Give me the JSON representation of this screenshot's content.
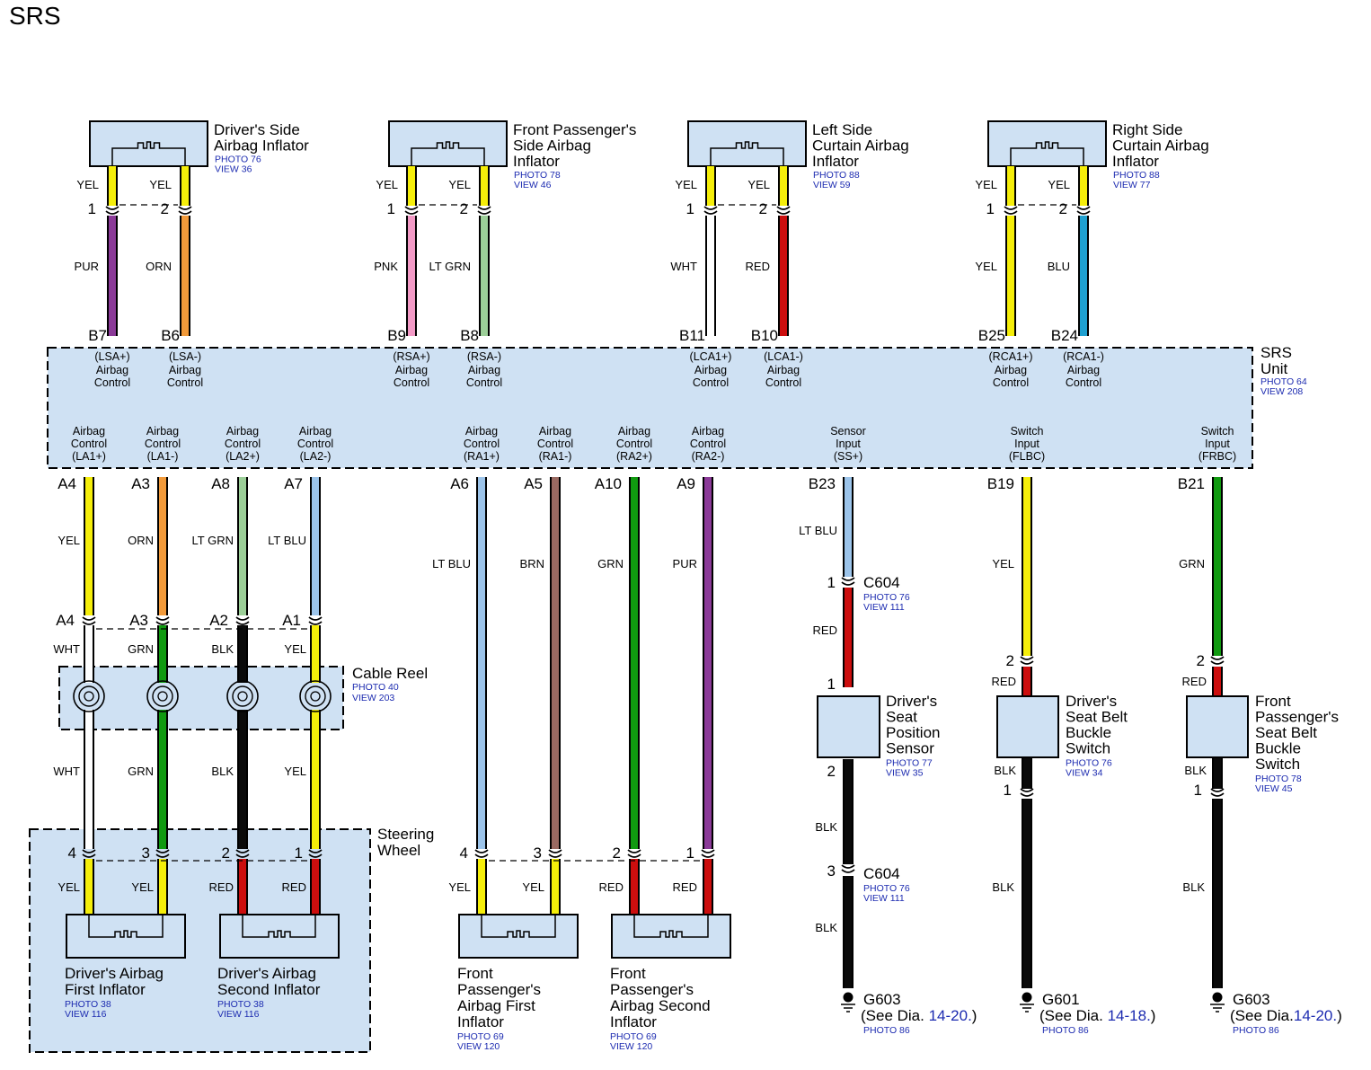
{
  "title": "SRS",
  "srs_unit": {
    "name": [
      "SRS",
      "Unit"
    ],
    "photo": "PHOTO 64",
    "view": "VIEW 208"
  },
  "components": [
    {
      "id": "dsai",
      "name": [
        "Driver's Side",
        "Airbag Inflator"
      ],
      "photo": "PHOTO 76",
      "view": "VIEW 36"
    },
    {
      "id": "fpsai",
      "name": [
        "Front Passenger's",
        "Side Airbag",
        "Inflator"
      ],
      "photo": "PHOTO 78",
      "view": "VIEW 46"
    },
    {
      "id": "lsca",
      "name": [
        "Left Side",
        "Curtain Airbag",
        "Inflator"
      ],
      "photo": "PHOTO 88",
      "view": "VIEW 59"
    },
    {
      "id": "rsca",
      "name": [
        "Right Side",
        "Curtain Airbag",
        "Inflator"
      ],
      "photo": "PHOTO 88",
      "view": "VIEW 77"
    },
    {
      "id": "cable_reel",
      "name": [
        "Cable Reel"
      ],
      "photo": "PHOTO 40",
      "view": "VIEW 203"
    },
    {
      "id": "steering_wheel",
      "name": [
        "Steering",
        "Wheel"
      ]
    },
    {
      "id": "dafi",
      "name": [
        "Driver's Airbag",
        "First Inflator"
      ],
      "photo": "PHOTO 38",
      "view": "VIEW 116"
    },
    {
      "id": "dasi",
      "name": [
        "Driver's Airbag",
        "Second Inflator"
      ],
      "photo": "PHOTO 38",
      "view": "VIEW 116"
    },
    {
      "id": "fpafi",
      "name": [
        "Front",
        "Passenger's",
        "Airbag First",
        "Inflator"
      ],
      "photo": "PHOTO 69",
      "view": "VIEW 120"
    },
    {
      "id": "fpasi",
      "name": [
        "Front",
        "Passenger's",
        "Airbag Second",
        "Inflator"
      ],
      "photo": "PHOTO 69",
      "view": "VIEW 120"
    },
    {
      "id": "dsps",
      "name": [
        "Driver's",
        "Seat",
        "Position",
        "Sensor"
      ],
      "photo": "PHOTO 77",
      "view": "VIEW 35"
    },
    {
      "id": "dsbbs",
      "name": [
        "Driver's",
        "Seat Belt",
        "Buckle",
        "Switch"
      ],
      "photo": "PHOTO 76",
      "view": "VIEW 34"
    },
    {
      "id": "fpsbbs",
      "name": [
        "Front",
        "Passenger's",
        "Seat Belt",
        "Buckle",
        "Switch"
      ],
      "photo": "PHOTO 78",
      "view": "VIEW 45"
    }
  ],
  "connectors": [
    {
      "id": "c604a",
      "name": "C604",
      "photo": "PHOTO 76",
      "view": "VIEW 111"
    },
    {
      "id": "c604b",
      "name": "C604",
      "photo": "PHOTO 76",
      "view": "VIEW 111"
    }
  ],
  "grounds": [
    {
      "name": "G603",
      "ref_prefix": "(See Dia. ",
      "ref_page": "14-20.",
      "ref_suffix": ")",
      "photo": "PHOTO 86"
    },
    {
      "name": "G601",
      "ref_prefix": "(See  Dia. ",
      "ref_page": "14-18.",
      "ref_suffix": ")",
      "photo": "PHOTO 86"
    },
    {
      "name": "G603",
      "ref_prefix": "(See  Dia.",
      "ref_page": "14-20.",
      "ref_suffix": ")",
      "photo": "PHOTO 86"
    }
  ],
  "top_pins": [
    {
      "pin": "B7",
      "signal": "(LSA+)",
      "desc": [
        "Airbag",
        "Control"
      ]
    },
    {
      "pin": "B6",
      "signal": "(LSA-)",
      "desc": [
        "Airbag",
        "Control"
      ]
    },
    {
      "pin": "B9",
      "signal": "(RSA+)",
      "desc": [
        "Airbag",
        "Control"
      ]
    },
    {
      "pin": "B8",
      "signal": "(RSA-)",
      "desc": [
        "Airbag",
        "Control"
      ]
    },
    {
      "pin": "B11",
      "signal": "(LCA1+)",
      "desc": [
        "Airbag",
        "Control"
      ]
    },
    {
      "pin": "B10",
      "signal": "(LCA1-)",
      "desc": [
        "Airbag",
        "Control"
      ]
    },
    {
      "pin": "B25",
      "signal": "(RCA1+)",
      "desc": [
        "Airbag",
        "Control"
      ]
    },
    {
      "pin": "B24",
      "signal": "(RCA1-)",
      "desc": [
        "Airbag",
        "Control"
      ]
    }
  ],
  "bottom_pins": [
    {
      "pin": "A4",
      "desc": [
        "Airbag",
        "Control"
      ],
      "signal": "(LA1+)"
    },
    {
      "pin": "A3",
      "desc": [
        "Airbag",
        "Control"
      ],
      "signal": "(LA1-)"
    },
    {
      "pin": "A8",
      "desc": [
        "Airbag",
        "Control"
      ],
      "signal": "(LA2+)"
    },
    {
      "pin": "A7",
      "desc": [
        "Airbag",
        "Control"
      ],
      "signal": "(LA2-)"
    },
    {
      "pin": "A6",
      "desc": [
        "Airbag",
        "Control"
      ],
      "signal": "(RA1+)"
    },
    {
      "pin": "A5",
      "desc": [
        "Airbag",
        "Control"
      ],
      "signal": "(RA1-)"
    },
    {
      "pin": "A10",
      "desc": [
        "Airbag",
        "Control"
      ],
      "signal": "(RA2+)"
    },
    {
      "pin": "A9",
      "desc": [
        "Airbag",
        "Control"
      ],
      "signal": "(RA2-)"
    },
    {
      "pin": "B23",
      "desc": [
        "Sensor",
        "Input"
      ],
      "signal": "(SS+)"
    },
    {
      "pin": "B19",
      "desc": [
        "Switch",
        "Input"
      ],
      "signal": "(FLBC)"
    },
    {
      "pin": "B21",
      "desc": [
        "Switch",
        "Input"
      ],
      "signal": "(FRBC)"
    }
  ],
  "top_wires": [
    {
      "upper_color": "YEL",
      "pin": "1",
      "lower_color": "PUR"
    },
    {
      "upper_color": "YEL",
      "pin": "2",
      "lower_color": "ORN"
    },
    {
      "upper_color": "YEL",
      "pin": "1",
      "lower_color": "PNK"
    },
    {
      "upper_color": "YEL",
      "pin": "2",
      "lower_color": "LT GRN"
    },
    {
      "upper_color": "YEL",
      "pin": "1",
      "lower_color": "WHT"
    },
    {
      "upper_color": "YEL",
      "pin": "2",
      "lower_color": "RED"
    },
    {
      "upper_color": "YEL",
      "pin": "1",
      "lower_color": "YEL"
    },
    {
      "upper_color": "YEL",
      "pin": "2",
      "lower_color": "BLU"
    }
  ],
  "driver_wires": [
    {
      "color_a": "YEL",
      "cable_pin": "A4",
      "color_b": "WHT",
      "color_c": "WHT",
      "sw_pin": "4",
      "color_d": "YEL"
    },
    {
      "color_a": "ORN",
      "cable_pin": "A3",
      "color_b": "GRN",
      "color_c": "GRN",
      "sw_pin": "3",
      "color_d": "YEL"
    },
    {
      "color_a": "LT GRN",
      "cable_pin": "A2",
      "color_b": "BLK",
      "color_c": "BLK",
      "sw_pin": "2",
      "color_d": "RED"
    },
    {
      "color_a": "LT BLU",
      "cable_pin": "A1",
      "color_b": "YEL",
      "color_c": "YEL",
      "sw_pin": "1",
      "color_d": "RED"
    }
  ],
  "passenger_wires": [
    {
      "color_a": "LT BLU",
      "pin": "4",
      "color_b": "YEL"
    },
    {
      "color_a": "BRN",
      "pin": "3",
      "color_b": "YEL"
    },
    {
      "color_a": "GRN",
      "pin": "2",
      "color_b": "RED"
    },
    {
      "color_a": "PUR",
      "pin": "1",
      "color_b": "RED"
    }
  ],
  "sensor_wires": {
    "dsps": {
      "c1": "LT BLU",
      "c604_pin": "1",
      "c2": "RED",
      "sensor_pin_top": "1",
      "sensor_pin_bottom": "2",
      "c3": "BLK",
      "c604_pin2": "3",
      "c4": "BLK"
    },
    "dsbbs": {
      "c1": "YEL",
      "pin_top": "2",
      "c2": "RED",
      "c3": "BLK",
      "pin_bottom": "1",
      "c4": "BLK"
    },
    "fpsbbs": {
      "c1": "GRN",
      "pin_top": "2",
      "c2": "RED",
      "c3": "BLK",
      "pin_bottom": "1",
      "c4": "BLK"
    }
  },
  "wire_colors": {
    "YEL": "#f5ee0a",
    "PUR": "#8b3a98",
    "ORN": "#f29a3a",
    "PNK": "#f39ac6",
    "LT GRN": "#9ccf98",
    "WHT": "#ffffff",
    "RED": "#cc0e0e",
    "BLU": "#1fa0d0",
    "LT BLU": "#9cc4ea",
    "BRN": "#9a6a62",
    "GRN": "#109a10",
    "BLK": "#0a0a0a"
  }
}
